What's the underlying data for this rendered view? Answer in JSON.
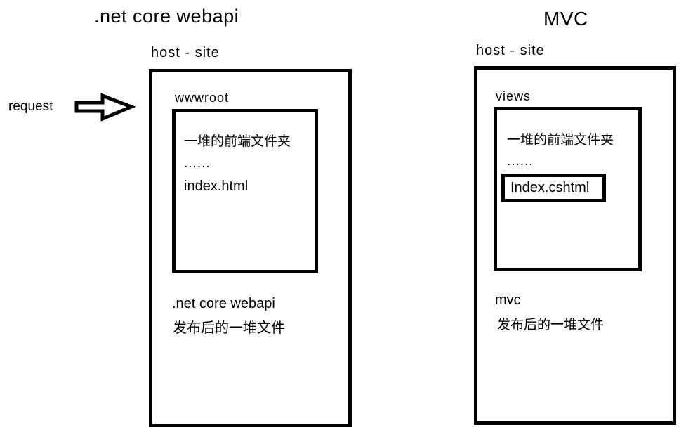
{
  "colors": {
    "ink": "#000000",
    "background": "#ffffff"
  },
  "left_diagram": {
    "title": ".net core webapi",
    "host_label": "host - site",
    "request_label": "request",
    "arrow_icon": "block-arrow-right",
    "outer_box_label": "wwwroot",
    "inner_box_lines": [
      "一堆的前端文件夹",
      "......",
      "index.html"
    ],
    "footer_lines": [
      ".net core webapi",
      "发布后的一堆文件"
    ]
  },
  "right_diagram": {
    "title": "MVC",
    "host_label": "host - site",
    "outer_box_label": "views",
    "inner_box_lines": [
      "一堆的前端文件夹",
      "......"
    ],
    "file_box_label": "Index.cshtml",
    "footer_lines": [
      "mvc",
      "发布后的一堆文件"
    ]
  }
}
